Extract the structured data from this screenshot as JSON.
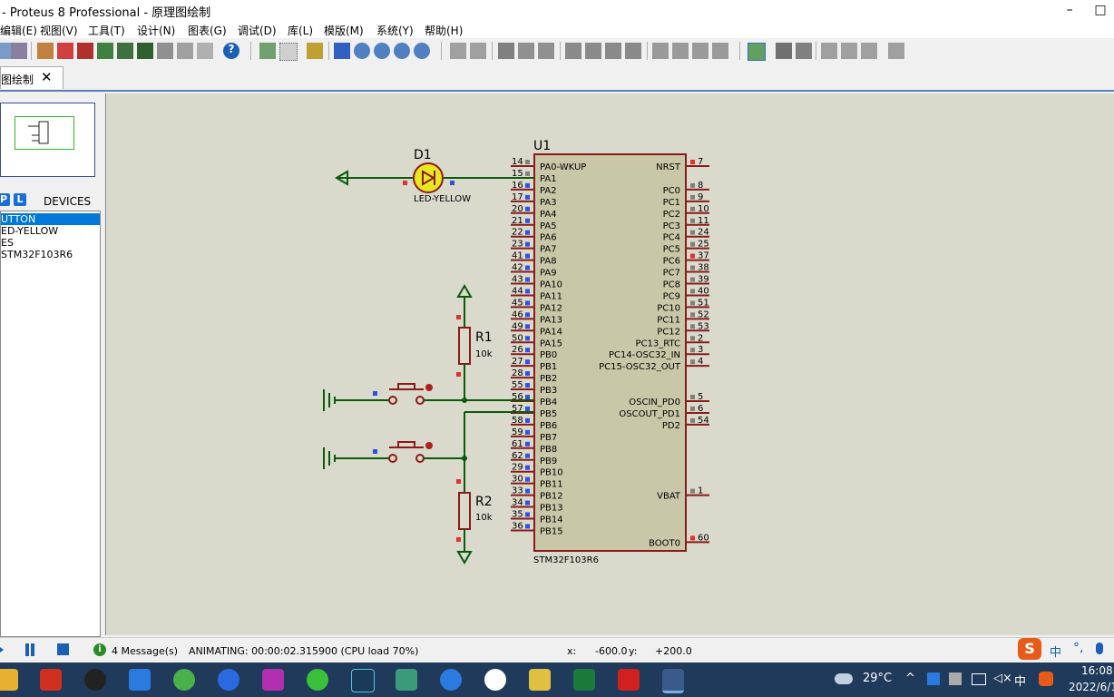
{
  "window": {
    "title": "- Proteus 8 Professional - 原理图绘制",
    "minimize": "–",
    "maximize": "□"
  },
  "menu": [
    "编辑(E)",
    "视图(V)",
    "工具(T)",
    "设计(N)",
    "图表(G)",
    "调试(D)",
    "库(L)",
    "模版(M)",
    "系统(Y)",
    "帮助(H)"
  ],
  "tab": {
    "label": "图绘制",
    "close": "✕"
  },
  "devices": {
    "p_label": "P",
    "l_label": "L",
    "title": "DEVICES",
    "items": [
      "UTTON",
      "ED-YELLOW",
      "ES",
      "STM32F103R6"
    ]
  },
  "schematic": {
    "ref": "U1",
    "part": "STM32F103R6",
    "left_pins": [
      {
        "num": "14",
        "name": "PA0-WKUP"
      },
      {
        "num": "15",
        "name": "PA1"
      },
      {
        "num": "16",
        "name": "PA2"
      },
      {
        "num": "17",
        "name": "PA3"
      },
      {
        "num": "20",
        "name": "PA4"
      },
      {
        "num": "21",
        "name": "PA5"
      },
      {
        "num": "22",
        "name": "PA6"
      },
      {
        "num": "23",
        "name": "PA7"
      },
      {
        "num": "41",
        "name": "PA8"
      },
      {
        "num": "42",
        "name": "PA9"
      },
      {
        "num": "43",
        "name": "PA10"
      },
      {
        "num": "44",
        "name": "PA11"
      },
      {
        "num": "45",
        "name": "PA12"
      },
      {
        "num": "46",
        "name": "PA13"
      },
      {
        "num": "49",
        "name": "PA14"
      },
      {
        "num": "50",
        "name": "PA15"
      },
      {
        "num": "26",
        "name": "PB0"
      },
      {
        "num": "27",
        "name": "PB1"
      },
      {
        "num": "28",
        "name": "PB2"
      },
      {
        "num": "55",
        "name": "PB3"
      },
      {
        "num": "56",
        "name": "PB4"
      },
      {
        "num": "57",
        "name": "PB5"
      },
      {
        "num": "58",
        "name": "PB6"
      },
      {
        "num": "59",
        "name": "PB7"
      },
      {
        "num": "61",
        "name": "PB8"
      },
      {
        "num": "62",
        "name": "PB9"
      },
      {
        "num": "29",
        "name": "PB10"
      },
      {
        "num": "30",
        "name": "PB11"
      },
      {
        "num": "33",
        "name": "PB12"
      },
      {
        "num": "34",
        "name": "PB13"
      },
      {
        "num": "35",
        "name": "PB14"
      },
      {
        "num": "36",
        "name": "PB15"
      }
    ],
    "right_pins": [
      {
        "num": "7",
        "name": "NRST",
        "row": 0
      },
      {
        "num": "8",
        "name": "PC0",
        "row": 2
      },
      {
        "num": "9",
        "name": "PC1",
        "row": 3
      },
      {
        "num": "10",
        "name": "PC2",
        "row": 4
      },
      {
        "num": "11",
        "name": "PC3",
        "row": 5
      },
      {
        "num": "24",
        "name": "PC4",
        "row": 6
      },
      {
        "num": "25",
        "name": "PC5",
        "row": 7
      },
      {
        "num": "37",
        "name": "PC6",
        "row": 8
      },
      {
        "num": "38",
        "name": "PC7",
        "row": 9
      },
      {
        "num": "39",
        "name": "PC8",
        "row": 10
      },
      {
        "num": "40",
        "name": "PC9",
        "row": 11
      },
      {
        "num": "51",
        "name": "PC10",
        "row": 12
      },
      {
        "num": "52",
        "name": "PC11",
        "row": 13
      },
      {
        "num": "53",
        "name": "PC12",
        "row": 14
      },
      {
        "num": "2",
        "name": "PC13_RTC",
        "row": 15
      },
      {
        "num": "3",
        "name": "PC14-OSC32_IN",
        "row": 16
      },
      {
        "num": "4",
        "name": "PC15-OSC32_OUT",
        "row": 17
      },
      {
        "num": "5",
        "name": "OSCIN_PD0",
        "row": 20
      },
      {
        "num": "6",
        "name": "OSCOUT_PD1",
        "row": 21
      },
      {
        "num": "54",
        "name": "PD2",
        "row": 22
      },
      {
        "num": "1",
        "name": "VBAT",
        "row": 28
      },
      {
        "num": "60",
        "name": "BOOT0",
        "row": 32
      }
    ],
    "d1": {
      "ref": "D1",
      "value": "LED-YELLOW"
    },
    "r1": {
      "ref": "R1",
      "value": "10k"
    },
    "r2": {
      "ref": "R2",
      "value": "10k"
    }
  },
  "status": {
    "messages": "4 Message(s)",
    "animating": "ANIMATING: 00:00:02.315900 (CPU load 70%)",
    "x_label": "x:",
    "x_value": "-600.0",
    "y_label": "y:",
    "y_value": "+200.0"
  },
  "tray": {
    "weather": "29°C",
    "ime": "中",
    "time": "16:08",
    "date": "2022/6/1"
  },
  "colors": {
    "wire": "#0a5a0a",
    "component": "#8b1a1a",
    "chip_fill": "#c8c8a8",
    "canvas": "#d9d9cc",
    "selection": "#0078d7"
  }
}
